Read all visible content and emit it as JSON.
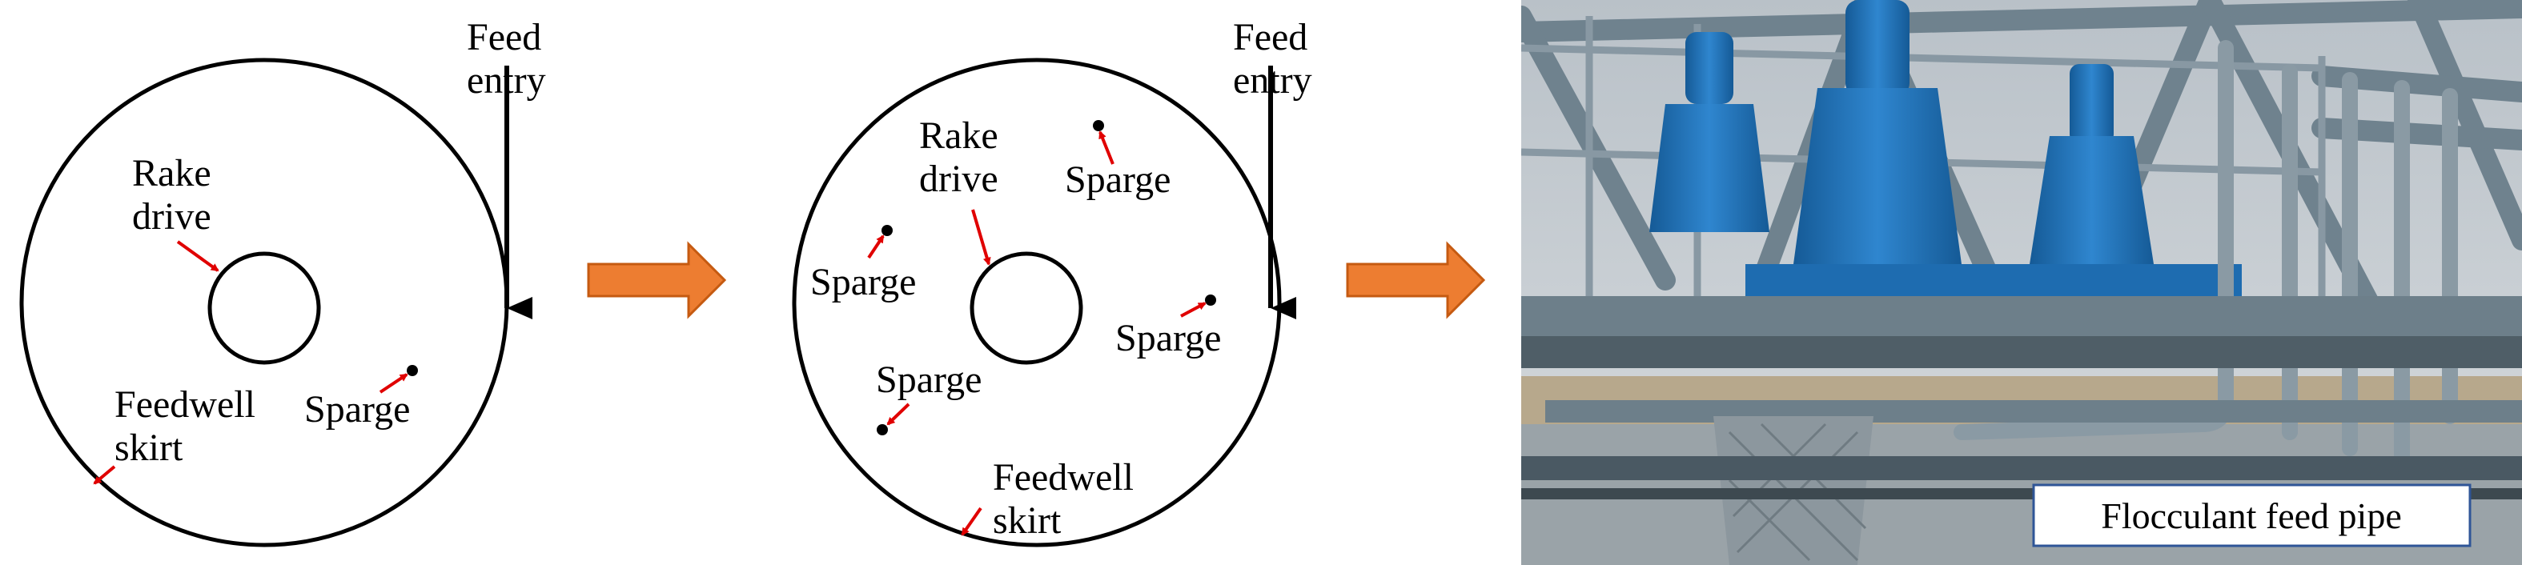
{
  "panel1": {
    "feed_line1": "Feed",
    "feed_line2": "entry",
    "rake_line1": "Rake",
    "rake_line2": "drive",
    "skirt_line1": "Feedwell",
    "skirt_line2": "skirt",
    "sparge": "Sparge"
  },
  "panel2": {
    "feed_line1": "Feed",
    "feed_line2": "entry",
    "rake_line1": "Rake",
    "rake_line2": "drive",
    "sparge_top": "Sparge",
    "sparge_left": "Sparge",
    "sparge_right": "Sparge",
    "sparge_bottom": "Sparge",
    "skirt_line1": "Feedwell",
    "skirt_line2": "skirt"
  },
  "photo": {
    "caption": "Flocculant feed pipe"
  },
  "colors": {
    "arrow_fill": "#ED7D31",
    "arrow_stroke": "#C55A11",
    "pointer": "#E00000",
    "steel": "#7F8F9A",
    "motor_blue": "#1F6FB4",
    "sky": "#C9CFD4"
  }
}
